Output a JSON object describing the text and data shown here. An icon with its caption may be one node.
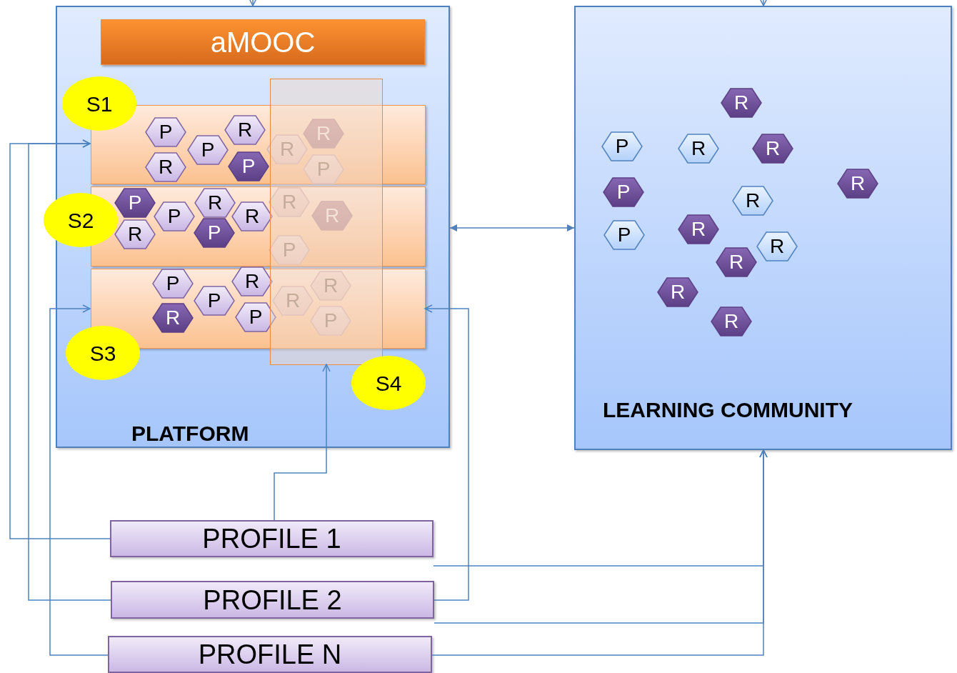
{
  "diagram": {
    "nodes": [
      {
        "text": [
          "PLATFORM"
        ]
      },
      {
        "text": [
          "aMOOC"
        ],
        "in": 0
      },
      {
        "text": [],
        "shape": "box",
        "in": 0
      },
      {
        "text": [
          "P"
        ],
        "in": 2
      },
      {
        "text": [
          "R"
        ],
        "in": 2
      },
      {
        "text": [
          "P"
        ],
        "in": 2
      },
      {
        "text": [
          "R"
        ],
        "in": 2
      },
      {
        "text": [
          "P"
        ],
        "in": 2
      },
      {
        "text": [
          "R"
        ]
      },
      {
        "text": [
          "R"
        ]
      },
      {
        "text": [
          "P"
        ]
      },
      {
        "text": [],
        "shape": "box",
        "in": 0
      },
      {
        "text": [
          "P"
        ],
        "in": 11
      },
      {
        "text": [
          "R"
        ],
        "in": 11
      },
      {
        "text": [
          "P"
        ],
        "in": 11
      },
      {
        "text": [
          "R"
        ],
        "in": 11
      },
      {
        "text": [
          "P"
        ],
        "in": 11
      },
      {
        "text": [
          "R"
        ],
        "in": 11
      },
      {
        "text": [
          "R"
        ]
      },
      {
        "text": [
          "R"
        ]
      },
      {
        "text": [
          "P"
        ]
      },
      {
        "text": [],
        "shape": "box",
        "in": 0
      },
      {
        "text": [
          "P"
        ],
        "in": 21
      },
      {
        "text": [
          "R"
        ],
        "in": 21
      },
      {
        "text": [
          "P"
        ],
        "in": 21
      },
      {
        "text": [
          "R"
        ],
        "in": 21
      },
      {
        "text": [
          "P"
        ],
        "in": 21
      },
      {
        "text": [
          "R"
        ]
      },
      {
        "text": [
          "R"
        ]
      },
      {
        "text": [
          "P"
        ]
      },
      {
        "text": [],
        "shape": "box",
        "in": 0
      },
      {
        "text": [
          "S1"
        ],
        "in": 0
      },
      {
        "text": [
          "S2"
        ],
        "in": 0
      },
      {
        "text": [
          "S3"
        ],
        "in": 0
      },
      {
        "text": [
          "S4"
        ],
        "in": 0
      },
      {
        "text": [
          "LEARNING COMMUNITY"
        ]
      },
      {
        "text": [
          "R"
        ],
        "in": 35
      },
      {
        "text": [
          "P"
        ],
        "in": 35
      },
      {
        "text": [
          "R"
        ],
        "in": 35
      },
      {
        "text": [
          "R"
        ],
        "in": 35
      },
      {
        "text": [
          "R"
        ],
        "in": 35
      },
      {
        "text": [
          "P"
        ],
        "in": 35
      },
      {
        "text": [
          "R"
        ],
        "in": 35
      },
      {
        "text": [
          "P"
        ],
        "in": 35
      },
      {
        "text": [
          "R"
        ],
        "in": 35
      },
      {
        "text": [
          "R"
        ],
        "in": 35
      },
      {
        "text": [
          "R"
        ],
        "in": 35
      },
      {
        "text": [
          "R"
        ],
        "in": 35
      },
      {
        "text": [
          "R"
        ],
        "in": 35
      },
      {
        "text": [
          "PROFILE 1"
        ]
      },
      {
        "text": [
          "PROFILE 2"
        ]
      },
      {
        "text": [
          "PROFILE N"
        ]
      }
    ],
    "edges": [
      {
        "from": null,
        "to": 0,
        "arrow": "to"
      },
      {
        "from": null,
        "to": 35,
        "arrow": "to"
      },
      {
        "from": 0,
        "to": 35,
        "arrow": "both"
      },
      {
        "from": 49,
        "to": 2,
        "arrow": "to"
      },
      {
        "from": 50,
        "to": 2,
        "arrow": "to"
      },
      {
        "from": 51,
        "to": 21,
        "arrow": "to"
      },
      {
        "from": 50,
        "to": 21,
        "arrow": "to"
      },
      {
        "from": 49,
        "to": 30,
        "arrow": "to"
      },
      {
        "from": 49,
        "to": 35,
        "arrow": "to"
      },
      {
        "from": 50,
        "to": 35,
        "arrow": "to"
      },
      {
        "from": 51,
        "to": 35,
        "arrow": "to"
      }
    ]
  }
}
